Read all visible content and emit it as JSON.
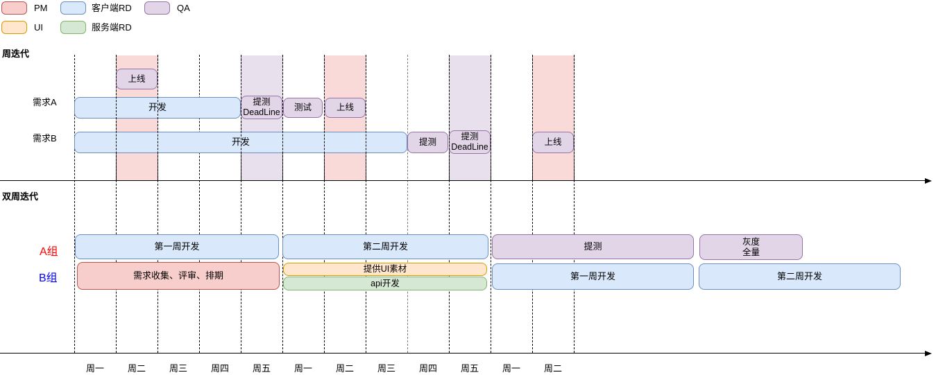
{
  "legend": {
    "items": [
      {
        "label": "PM",
        "fill": "#f8cecc",
        "stroke": "#b85450"
      },
      {
        "label": "客户端RD",
        "fill": "#dae8fc",
        "stroke": "#6c8ebf"
      },
      {
        "label": "QA",
        "fill": "#e1d5e7",
        "stroke": "#9673a6"
      },
      {
        "label": "UI",
        "fill": "#ffe6cc",
        "stroke": "#d79b00"
      },
      {
        "label": "服务端RD",
        "fill": "#d5e8d4",
        "stroke": "#82b366"
      }
    ]
  },
  "weekly": {
    "title": "周迭代",
    "row_a_label": "需求A",
    "row_b_label": "需求B",
    "bars": {
      "pre_launch": "上线",
      "a_dev": "开发",
      "a_deadline": "提测\nDeadLine",
      "a_test": "测试",
      "a_launch": "上线",
      "b_dev": "开发",
      "b_submit": "提测",
      "b_deadline": "提测\nDeadLine",
      "b_launch": "上线"
    }
  },
  "biweekly": {
    "title": "双周迭代",
    "row_a_label": "A组",
    "row_a_color": "#ff0000",
    "row_b_label": "B组",
    "row_b_color": "#0000ff",
    "bars": {
      "a_week1_dev": "第一周开发",
      "a_week2_dev": "第二周开发",
      "a_submit": "提测",
      "a_gray_full": "灰度\n全量",
      "b_requirements": "需求收集、评审、排期",
      "b_ui_assets": "提供UI素材",
      "b_api_dev": "api开发",
      "b_week1_dev": "第一周开发",
      "b_week2_dev": "第二周开发"
    }
  },
  "timeline": {
    "days": [
      "周一",
      "周二",
      "周三",
      "周四",
      "周五",
      "周一",
      "周二",
      "周三",
      "周四",
      "周五",
      "周一",
      "周二"
    ]
  },
  "band_colors": {
    "release_day": "#f8cecc",
    "deadline_day": "#e1d5e7"
  }
}
